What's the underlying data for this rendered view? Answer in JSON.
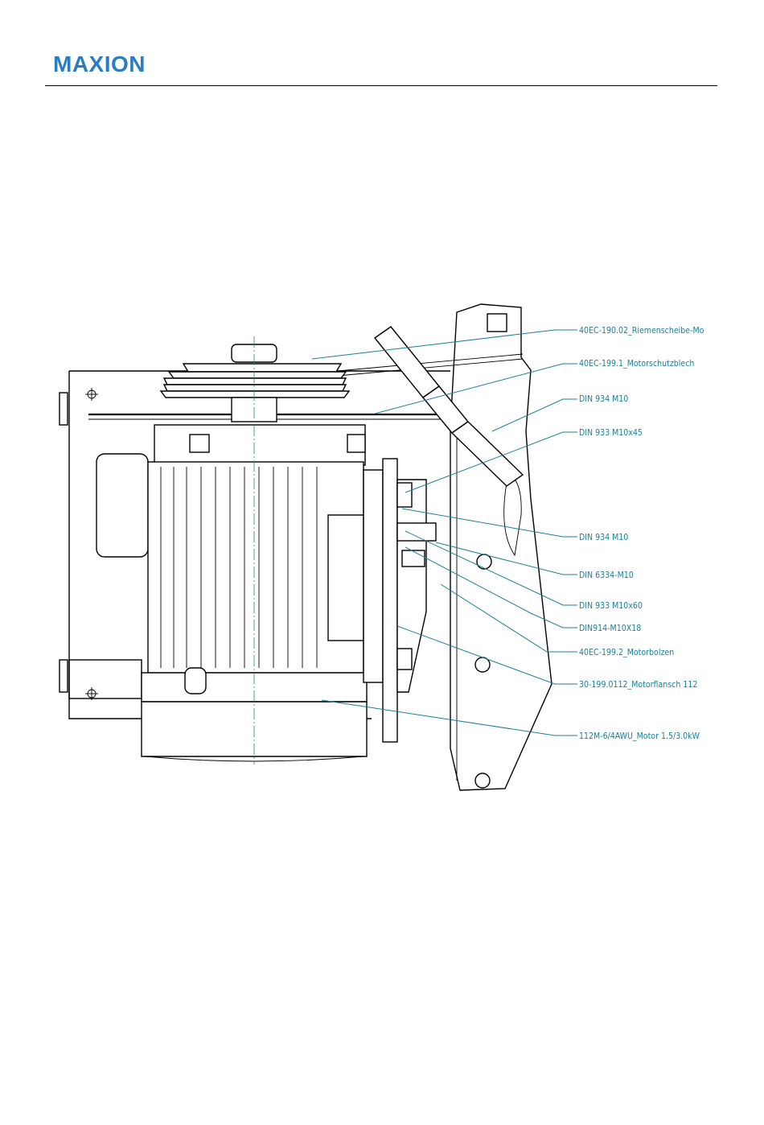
{
  "header": {
    "logo_text": "MAXION"
  },
  "colors": {
    "logo": "#2a7cc3",
    "callout": "#1a7f99",
    "line": "#000000"
  },
  "callouts": [
    "40EC-190.02_Riemenscheibe-Mo",
    "40EC-199.1_Motorschutzblech",
    "DIN 934 M10",
    "DIN 933 M10x45",
    "DIN 934 M10",
    "DIN 6334-M10",
    "DIN 933 M10x60",
    "DIN914-M10X18",
    "40EC-199.2_Motorbolzen",
    "30-199.0112_Motorflansch 112",
    "112M-6/4AWU_Motor 1.5/3.0kW"
  ]
}
